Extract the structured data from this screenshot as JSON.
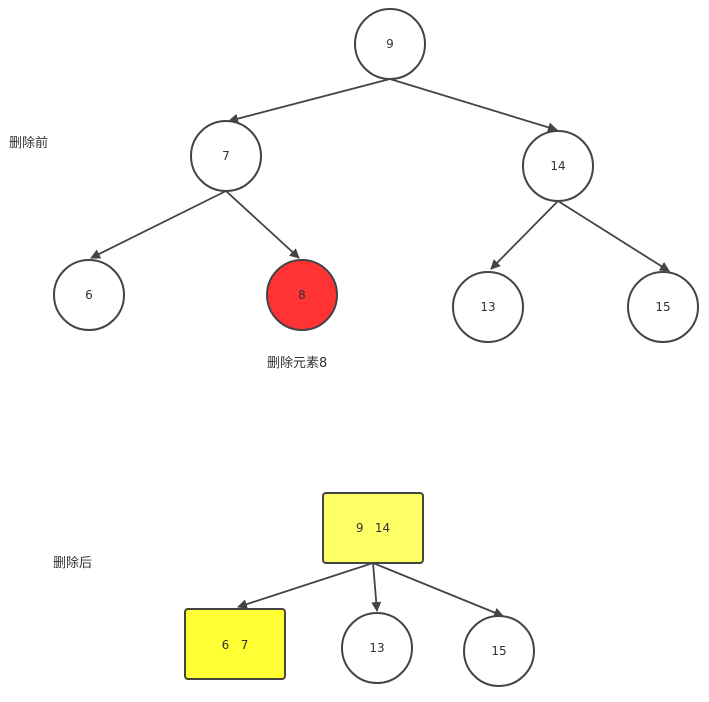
{
  "colors": {
    "stroke": "#444444",
    "node_fill": "#ffffff",
    "deleted_fill": "#ff3333",
    "merged_fill": "#ffff66",
    "text": "#333333"
  },
  "before": {
    "caption": "删除前",
    "deleted_caption": "删除元素8",
    "nodes": {
      "n9": "9",
      "n7": "7",
      "n14": "14",
      "n6": "6",
      "n8": "8",
      "n13": "13",
      "n15": "15"
    }
  },
  "after": {
    "caption": "删除后",
    "nodes": {
      "root": "9   14",
      "left": "6   7",
      "mid": "13",
      "right": "15"
    }
  }
}
